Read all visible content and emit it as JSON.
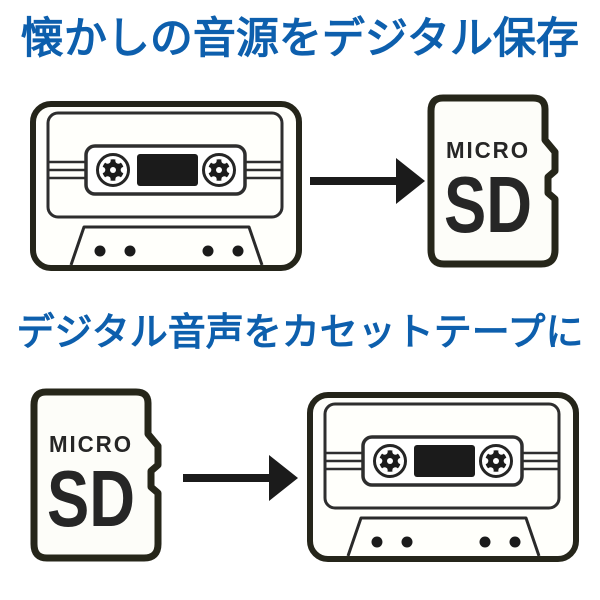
{
  "page": {
    "background": "#ffffff",
    "heading_color": "#0d5fad",
    "outline_color": "#25251a",
    "ink_color": "#1b1b1b"
  },
  "sections": [
    {
      "name": "analog-to-digital",
      "heading": "懐かしの音源をデジタル保存",
      "from_icon": "cassette-tape",
      "to_icon": "micro-sd-card",
      "arrow": "right"
    },
    {
      "name": "digital-to-analog",
      "heading": "デジタル音声をカセットテープに",
      "from_icon": "micro-sd-card",
      "to_icon": "cassette-tape",
      "arrow": "right"
    }
  ],
  "sd_card_label": {
    "line1": "MICRO",
    "line2": "SD"
  }
}
